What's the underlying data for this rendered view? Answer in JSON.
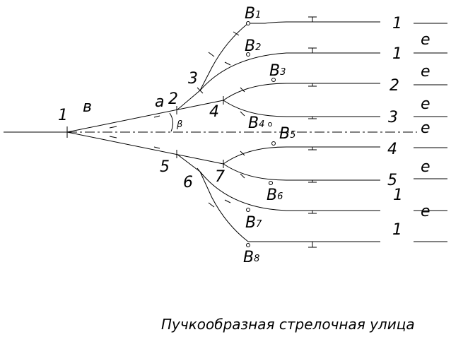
{
  "diagram": {
    "caption": "Пучкообразная стрелочная улица",
    "switch_labels": {
      "s1": "1",
      "s2": "2",
      "s3": "3",
      "s4": "4",
      "s5": "5",
      "s6": "6",
      "s7": "7"
    },
    "letters": {
      "a": "а",
      "v": "в",
      "beta": "β"
    },
    "turnout_letter": "B",
    "turnouts": [
      {
        "sub": "1"
      },
      {
        "sub": "2"
      },
      {
        "sub": "3"
      },
      {
        "sub": "4"
      },
      {
        "sub": "5"
      },
      {
        "sub": "6"
      },
      {
        "sub": "7"
      },
      {
        "sub": "8"
      }
    ],
    "track_numbers": [
      "1",
      "1",
      "2",
      "3",
      "",
      "4",
      "5",
      "1",
      "1"
    ],
    "e_label": "е"
  }
}
